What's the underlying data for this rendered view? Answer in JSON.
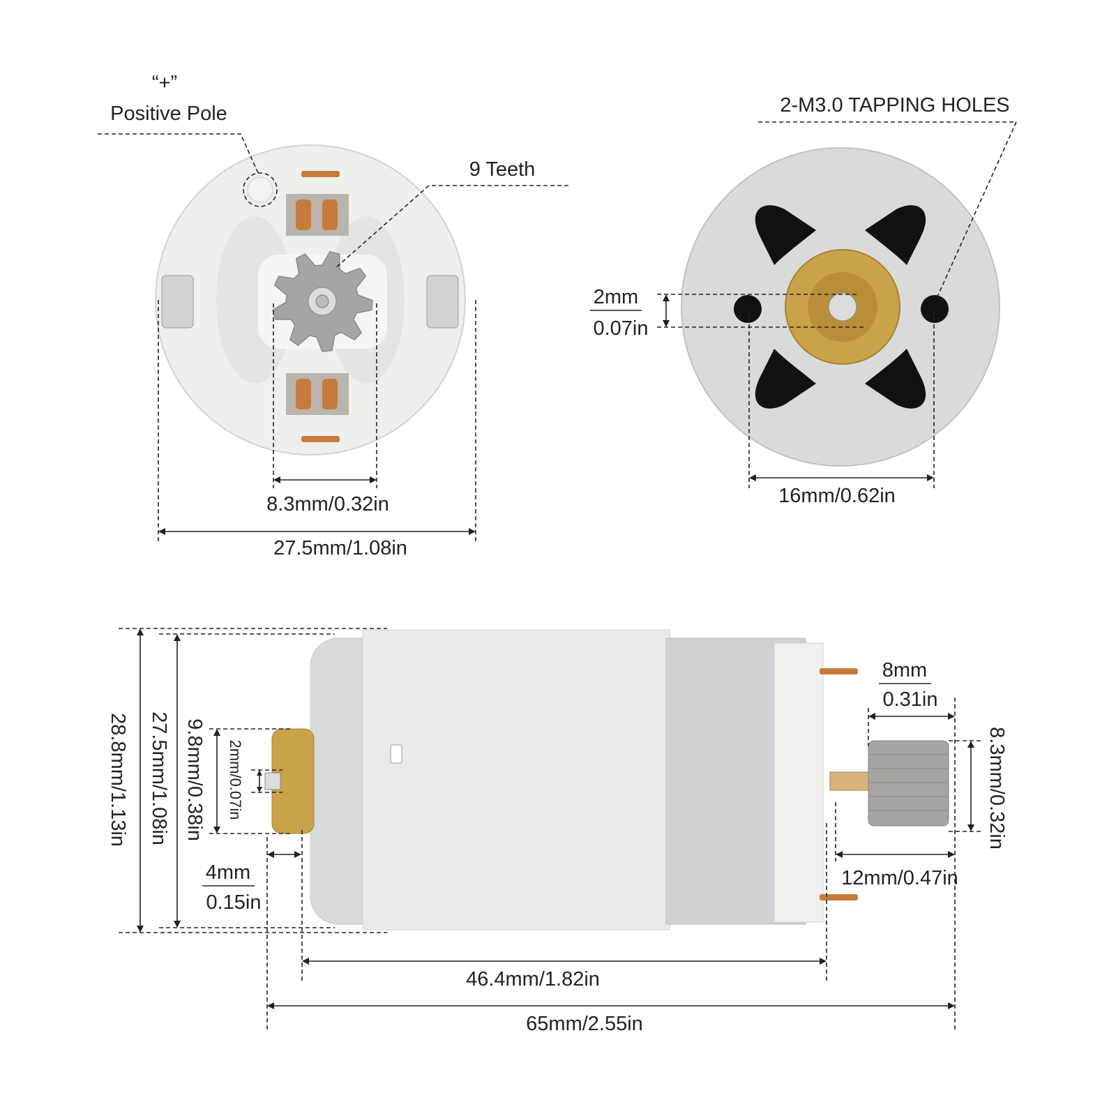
{
  "labels": {
    "positive_symbol": "“+”",
    "positive_pole": "Positive Pole",
    "teeth": "9 Teeth",
    "tapping_holes": "2-M3.0 TAPPING HOLES",
    "gear_width": "8.3mm/0.32in",
    "motor_width": "27.5mm/1.08in",
    "shaft_mm": "2mm",
    "shaft_in": "0.07in",
    "hole_spacing": "16mm/0.62in",
    "total_height": "28.8mm/1.13in",
    "body_height": "27.5mm/1.08in",
    "boss_height": "9.8mm/0.38in",
    "boss_shaft": "2mm/0.07in",
    "boss_len_mm": "4mm",
    "boss_len_in": "0.15in",
    "pinion_len_mm": "8mm",
    "pinion_len_in": "0.31in",
    "pinion_dia": "8.3mm/0.32in",
    "shaft_len": "12mm/0.47in",
    "body_len": "46.4mm/1.82in",
    "total_len": "65mm/2.55in"
  },
  "colors": {
    "white_plastic": "#eef0ec",
    "metal": "#d6d8d8",
    "brass": "#c9a24a",
    "copper": "#c77b3a",
    "black": "#111111"
  }
}
